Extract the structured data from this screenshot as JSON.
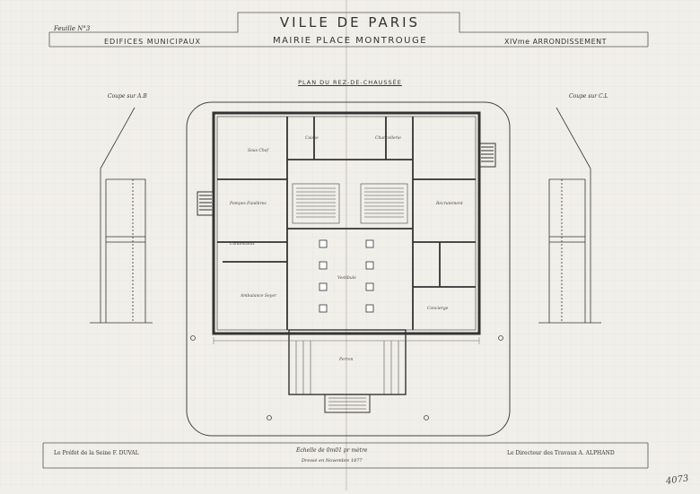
{
  "header": {
    "sheet_no": "Feuille N°3",
    "title": "VILLE DE PARIS",
    "subtitle": "MAIRIE PLACE MONTROUGE",
    "left": "EDIFICES MUNICIPAUX",
    "right": "XIVme ARRONDISSEMENT"
  },
  "plan": {
    "title": "PLAN DU REZ-DE-CHAUSSÉE",
    "section_left": "Coupe sur A.B",
    "section_right": "Coupe sur C.L",
    "rooms": {
      "sous_chef": "Sous Chef",
      "caisse": "Caisse",
      "chancellerie": "Chancellerie",
      "pompes_funebres": "Pompes Funèbres",
      "recrutement": "Recrutement",
      "contentieux": "Contentieux",
      "vestibule": "Vestibule",
      "ambulance": "Ambulance Seyer",
      "concierge": "Concierge",
      "perron": "Perron"
    }
  },
  "footer": {
    "left": "Le Préfet de la Seine  F. DUVAL",
    "center_1": "Échelle de 0m01 pr mètre",
    "center_2": "Dressé en Novembre 1877",
    "right": "Le Directeur des Travaux  A. ALPHAND"
  },
  "sheet_number": "4073"
}
